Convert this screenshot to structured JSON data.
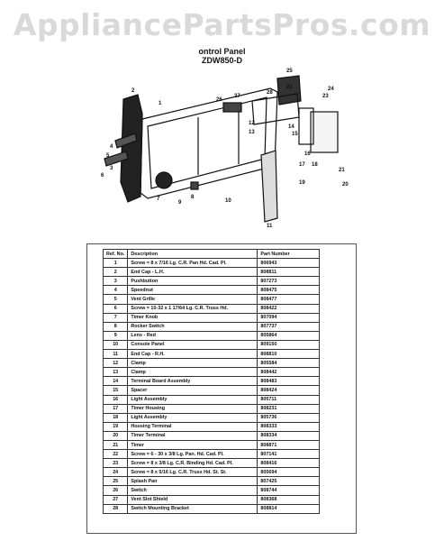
{
  "watermark": "AppliancePartsPros.com",
  "header": {
    "title_line1": "ontrol Panel",
    "title_line2": "ZDW850-D"
  },
  "table": {
    "headers": [
      "Ref. No.",
      "Description",
      "Part Number"
    ],
    "rows": [
      [
        "1",
        "Screw = 8 x 7/16 Lg. C.R. Pan Hd. Cad. Pl.",
        "806943"
      ],
      [
        "2",
        "End Cap - L.H.",
        "808811"
      ],
      [
        "3",
        "Pushbutton",
        "807273"
      ],
      [
        "4",
        "Speednut",
        "808475"
      ],
      [
        "5",
        "Vent Grille",
        "808477"
      ],
      [
        "6",
        "Screw = 10-32 x 1 17/64 Lg. C.R. Truss Hd.",
        "808422"
      ],
      [
        "7",
        "Timer Knob",
        "807094"
      ],
      [
        "8",
        "Rocker Switch",
        "807737"
      ],
      [
        "9",
        "Lens - Red",
        "805864"
      ],
      [
        "10",
        "Console Panel",
        "809150"
      ],
      [
        "11",
        "End Cap - R.H.",
        "808810"
      ],
      [
        "12",
        "Clamp",
        "805584"
      ],
      [
        "13",
        "Clamp",
        "808442"
      ],
      [
        "14",
        "Terminal Board Assembly",
        "808483"
      ],
      [
        "15",
        "Spacer",
        "808424"
      ],
      [
        "16",
        "Light Assembly",
        "805711"
      ],
      [
        "17",
        "Timer Housing",
        "808231"
      ],
      [
        "18",
        "Light Assembly",
        "805736"
      ],
      [
        "19",
        "Housing Terminal",
        "808333"
      ],
      [
        "20",
        "Timer Terminal",
        "808334"
      ],
      [
        "21",
        "Timer",
        "808871"
      ],
      [
        "22",
        "Screw = 6 - 30 x 3/8 Lg. Pan. Hd. Cad. Pl.",
        "807141"
      ],
      [
        "23",
        "Screw = 8 x 3/8 Lg. C.R. Binding Hd. Cad. Pl.",
        "808416"
      ],
      [
        "24",
        "Screw = 8 x 5/16 Lg. C.R. Truss Hd. St. St.",
        "805694"
      ],
      [
        "25",
        "Splash Pan",
        "807425"
      ],
      [
        "26",
        "Switch",
        "808744"
      ],
      [
        "27",
        "Vent Slot Shield",
        "808368"
      ],
      [
        "28",
        "Switch Mounting Bracket",
        "808814"
      ]
    ]
  },
  "callouts": [
    "1",
    "2",
    "3",
    "4",
    "5",
    "6",
    "7",
    "8",
    "9",
    "10",
    "11",
    "12",
    "13",
    "14",
    "15",
    "16",
    "17",
    "18",
    "19",
    "20",
    "21",
    "22",
    "23",
    "24",
    "25",
    "26",
    "27",
    "28"
  ]
}
